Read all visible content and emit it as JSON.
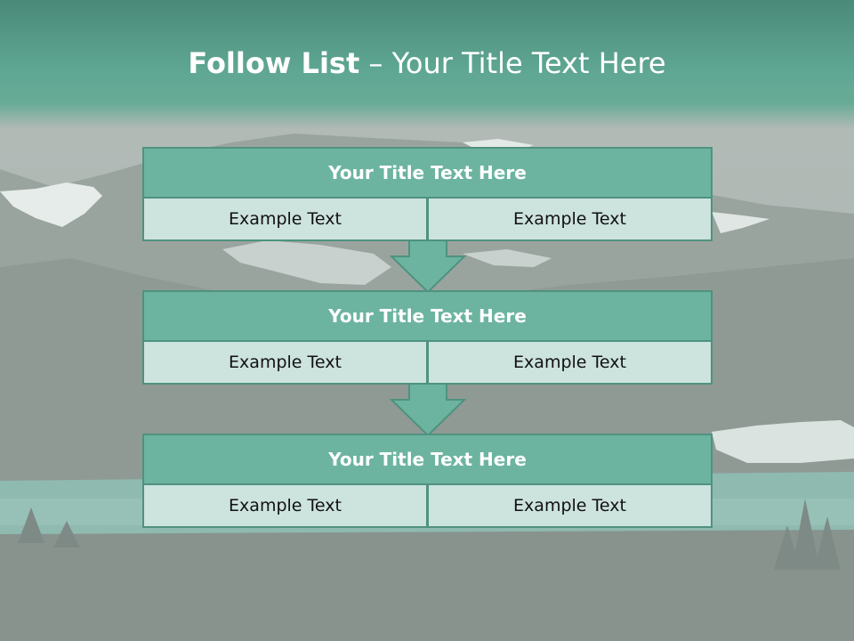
{
  "slide": {
    "title_bold": "Follow List",
    "title_rest": "– Your Title Text Here"
  },
  "blocks": [
    {
      "title": "Your Title Text Here",
      "left": "Example Text",
      "right": "Example Text"
    },
    {
      "title": "Your Title Text Here",
      "left": "Example Text",
      "right": "Example Text"
    },
    {
      "title": "Your Title Text Here",
      "left": "Example Text",
      "right": "Example Text"
    }
  ],
  "colors": {
    "accent": "#6cb4a0",
    "border": "#4f927f",
    "cell_fill": "#cde3dd",
    "title_band": "#5fa793"
  }
}
